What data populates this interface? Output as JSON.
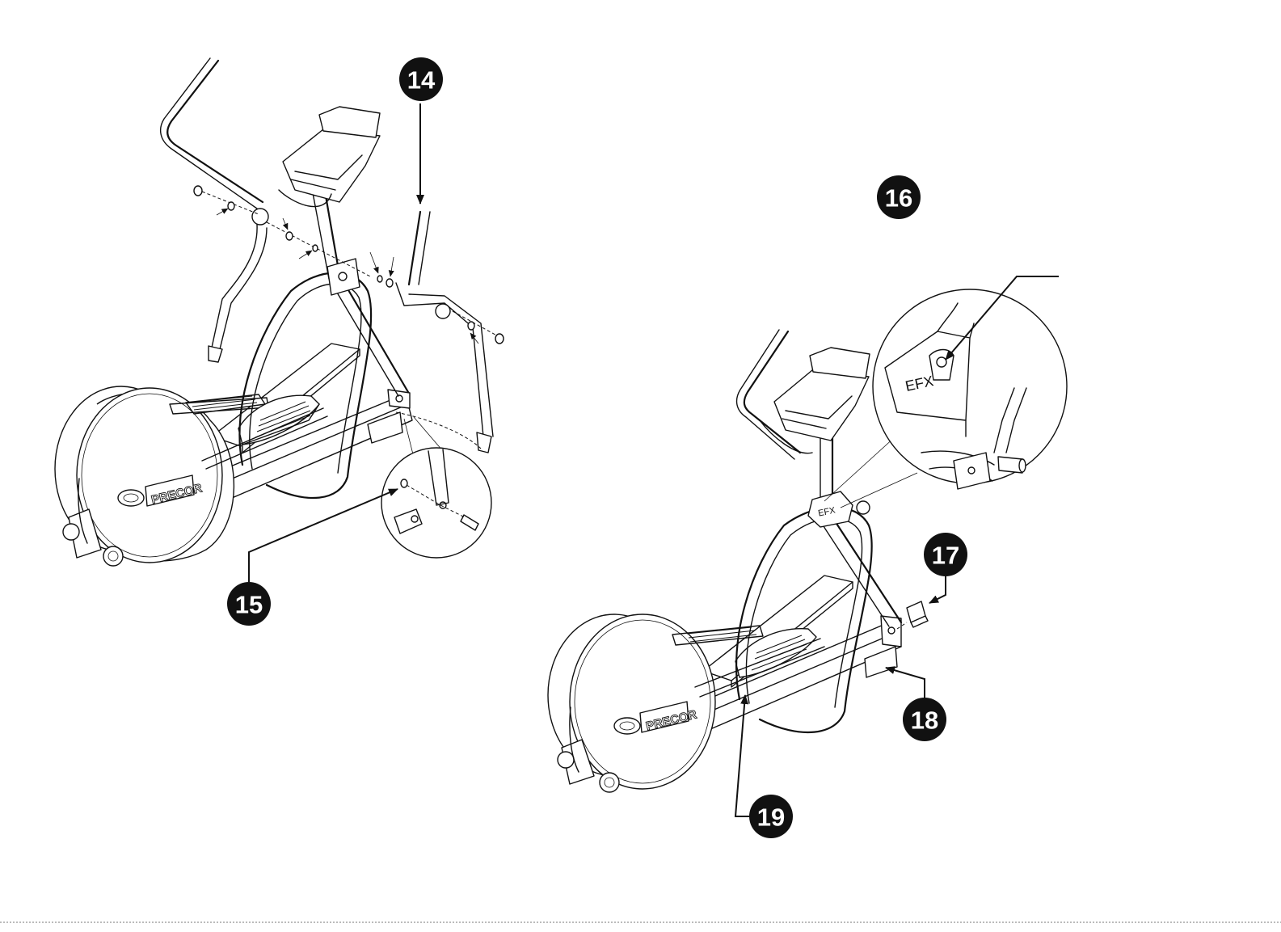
{
  "callouts": [
    {
      "number": "14"
    },
    {
      "number": "15"
    },
    {
      "number": "16"
    },
    {
      "number": "17"
    },
    {
      "number": "18"
    },
    {
      "number": "19"
    }
  ],
  "machine": {
    "brand": "PRECOR",
    "model": "EFX"
  },
  "colors": {
    "line": "#111111",
    "badge_fill": "#111111",
    "badge_text": "#ffffff",
    "background": "#ffffff"
  }
}
